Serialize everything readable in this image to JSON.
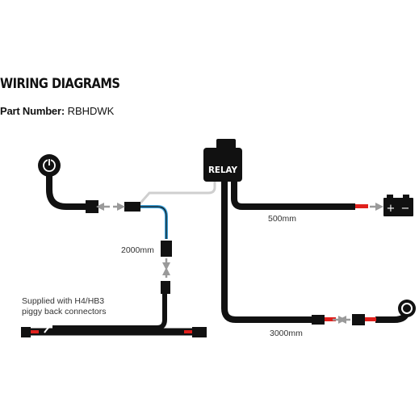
{
  "header": {
    "title": "WIRING DIAGRAMS",
    "part_number_label": "Part Number:",
    "part_number_value": "RBHDWK"
  },
  "diagram": {
    "relay_label": "RELAY",
    "label_500": "500mm",
    "label_2000": "2000mm",
    "label_3000": "3000mm",
    "supplied_line1": "Supplied with H4/HB3",
    "supplied_line2": "piggy back connectors",
    "battery_plus": "+",
    "battery_minus": "−",
    "colors": {
      "cable": "#111111",
      "wire_grey": "#cfcfcf",
      "wire_blue": "#3aa0d8",
      "wire_red": "#e0201c",
      "arrow_grey": "#9a9a9a"
    },
    "icons": [
      "power-switch-icon",
      "relay-box",
      "battery-icon",
      "light-icon"
    ]
  }
}
